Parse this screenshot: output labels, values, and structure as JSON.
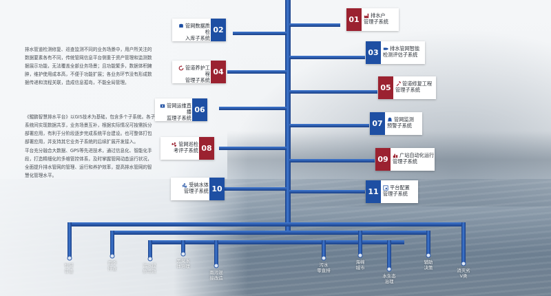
{
  "intro": [
    "排水管道检测修复、巡查监测不同的业务场景中，用户所关注的数据要素各有不同，传统管网信息平台侧重于资产管理和监测数据展示功能，无法覆盖全部业务场景；且功能繁多，数据体积臃肿，维护使用成本高，不便于功能扩展；各业务环节没有形成数据传递和流程关联，造成信息孤岛，不能全局管理。",
    "《鲲鹏智慧排水平台》以GIS技术为基础，包含多个子系统。各子系统间实现数据共享，业务场景互补，根据实际情况可按需拆分部署应用，有利于分阶段逐步完成系统平台建设。也可整体打包部署应用，并支持其它业务子系统的后续扩展开发接入。",
    "平台充分融合大数据、GPS等先进技术，通过信息化、智能化手段，打造精细化的多维管控体系，及时掌握管网动态运行状况，全面提升排水管网的管理、运行和养护效率，提高排水管网的智慧化管理水平。"
  ],
  "modules": [
    {
      "num": "01",
      "line1": "排水户",
      "line2": "管理子系统",
      "icon": "factory-icon",
      "color": "#9b2230"
    },
    {
      "num": "02",
      "line1": "管网数据质检",
      "line2": "入库子系统",
      "icon": "database-check-icon",
      "color": "#1e4fa3"
    },
    {
      "num": "03",
      "line1": "排水管网智能",
      "line2": "检测评估子系统",
      "icon": "pipe-inspect-icon",
      "color": "#1e4fa3"
    },
    {
      "num": "04",
      "line1": "管道养护工程",
      "line2": "管理子系统",
      "icon": "refresh-icon",
      "color": "#9b2230"
    },
    {
      "num": "05",
      "line1": "管道修复工程",
      "line2": "管理子系统",
      "icon": "repair-icon",
      "color": "#9b2230"
    },
    {
      "num": "06",
      "line1": "管网运维直播",
      "line2": "监理子系统",
      "icon": "video-icon",
      "color": "#1e4fa3"
    },
    {
      "num": "07",
      "line1": "管网监测",
      "line2": "预警子系统",
      "icon": "alert-bell-icon",
      "color": "#1e4fa3"
    },
    {
      "num": "08",
      "line1": "管网巡检",
      "line2": "考评子系统",
      "icon": "fan-icon",
      "color": "#9b2230"
    },
    {
      "num": "09",
      "line1": "广站自动化运行",
      "line2": "管理子系统",
      "icon": "plant-icon",
      "color": "#9b2230"
    },
    {
      "num": "10",
      "line1": "受纳水体",
      "line2": "管理子系统",
      "icon": "water-icon",
      "color": "#1e4fa3"
    },
    {
      "num": "11",
      "line1": "平台配置",
      "line2": "管理子系统",
      "icon": "settings-window-icon",
      "color": "#1e4fa3"
    }
  ],
  "outlets": [
    {
      "l1": "智慧",
      "l2": "普查"
    },
    {
      "l1": "雨季",
      "l2": "排查"
    },
    {
      "l1": "污水提",
      "l2": "质增效"
    },
    {
      "l1": "黑臭水",
      "l2": "体治理"
    },
    {
      "l1": "雨污混",
      "l2": "接改造"
    },
    {
      "l1": "污水",
      "l2": "零直排"
    },
    {
      "l1": "海绵",
      "l2": "城市"
    },
    {
      "l1": "水生态",
      "l2": "治理"
    },
    {
      "l1": "辅助",
      "l2": "决策"
    },
    {
      "l1": "消灭劣",
      "l2": "V类"
    }
  ]
}
